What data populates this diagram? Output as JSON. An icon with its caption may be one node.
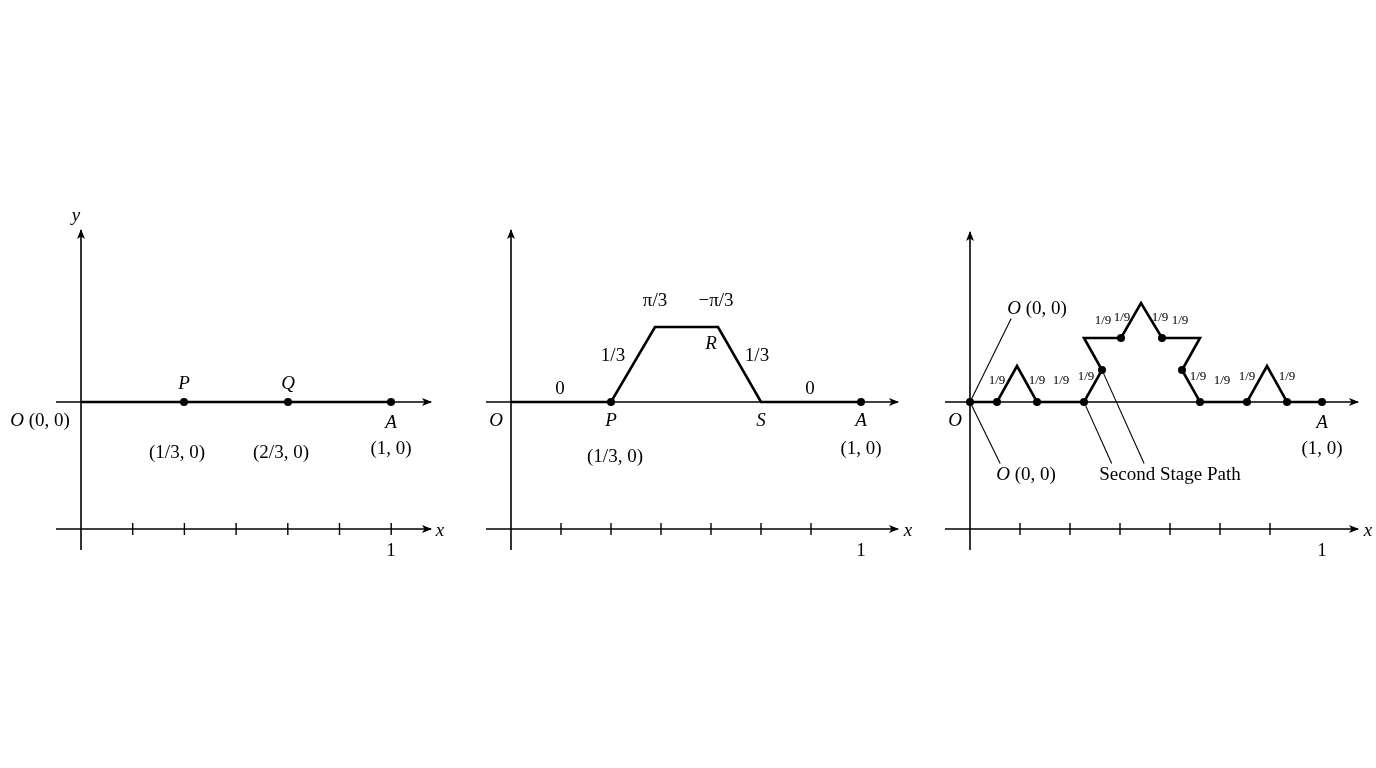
{
  "diagram": {
    "nodes": [
      {
        "text": [
          "*O* (0, 0)"
        ]
      },
      {
        "text": [],
        "shape": "circle"
      },
      {
        "text": [
          "*O* (0, 0)"
        ]
      },
      {
        "text": [
          "Second Stage Path"
        ]
      },
      {
        "text": [],
        "shape": "circle"
      },
      {
        "text": [],
        "shape": "circle"
      }
    ],
    "edges": [
      {
        "from": 0,
        "to": 1,
        "arrow": "none"
      },
      {
        "from": 2,
        "to": 1,
        "arrow": "none"
      },
      {
        "from": 3,
        "to": 4,
        "arrow": "none"
      },
      {
        "from": 3,
        "to": 5,
        "arrow": "none"
      }
    ],
    "labels": [
      "y",
      "P",
      "Q",
      "*O* (0, 0)",
      "A",
      "(1/3, 0)",
      "(2/3, 0)",
      "(1, 0)",
      "x",
      "1",
      "π/3",
      "−π/3",
      "1/3",
      "R",
      "1/3",
      "0",
      "0",
      "O",
      "P",
      "S",
      "A",
      "(1/3, 0)",
      "(1, 0)",
      "x",
      "1",
      "1/9",
      "1/9",
      "1/9",
      "1/9",
      "1/9",
      "1/9",
      "1/9",
      "1/9",
      "1/9",
      "1/9",
      "1/9",
      "1/9",
      "O",
      "A",
      "(1, 0)",
      "x",
      "1"
    ]
  }
}
